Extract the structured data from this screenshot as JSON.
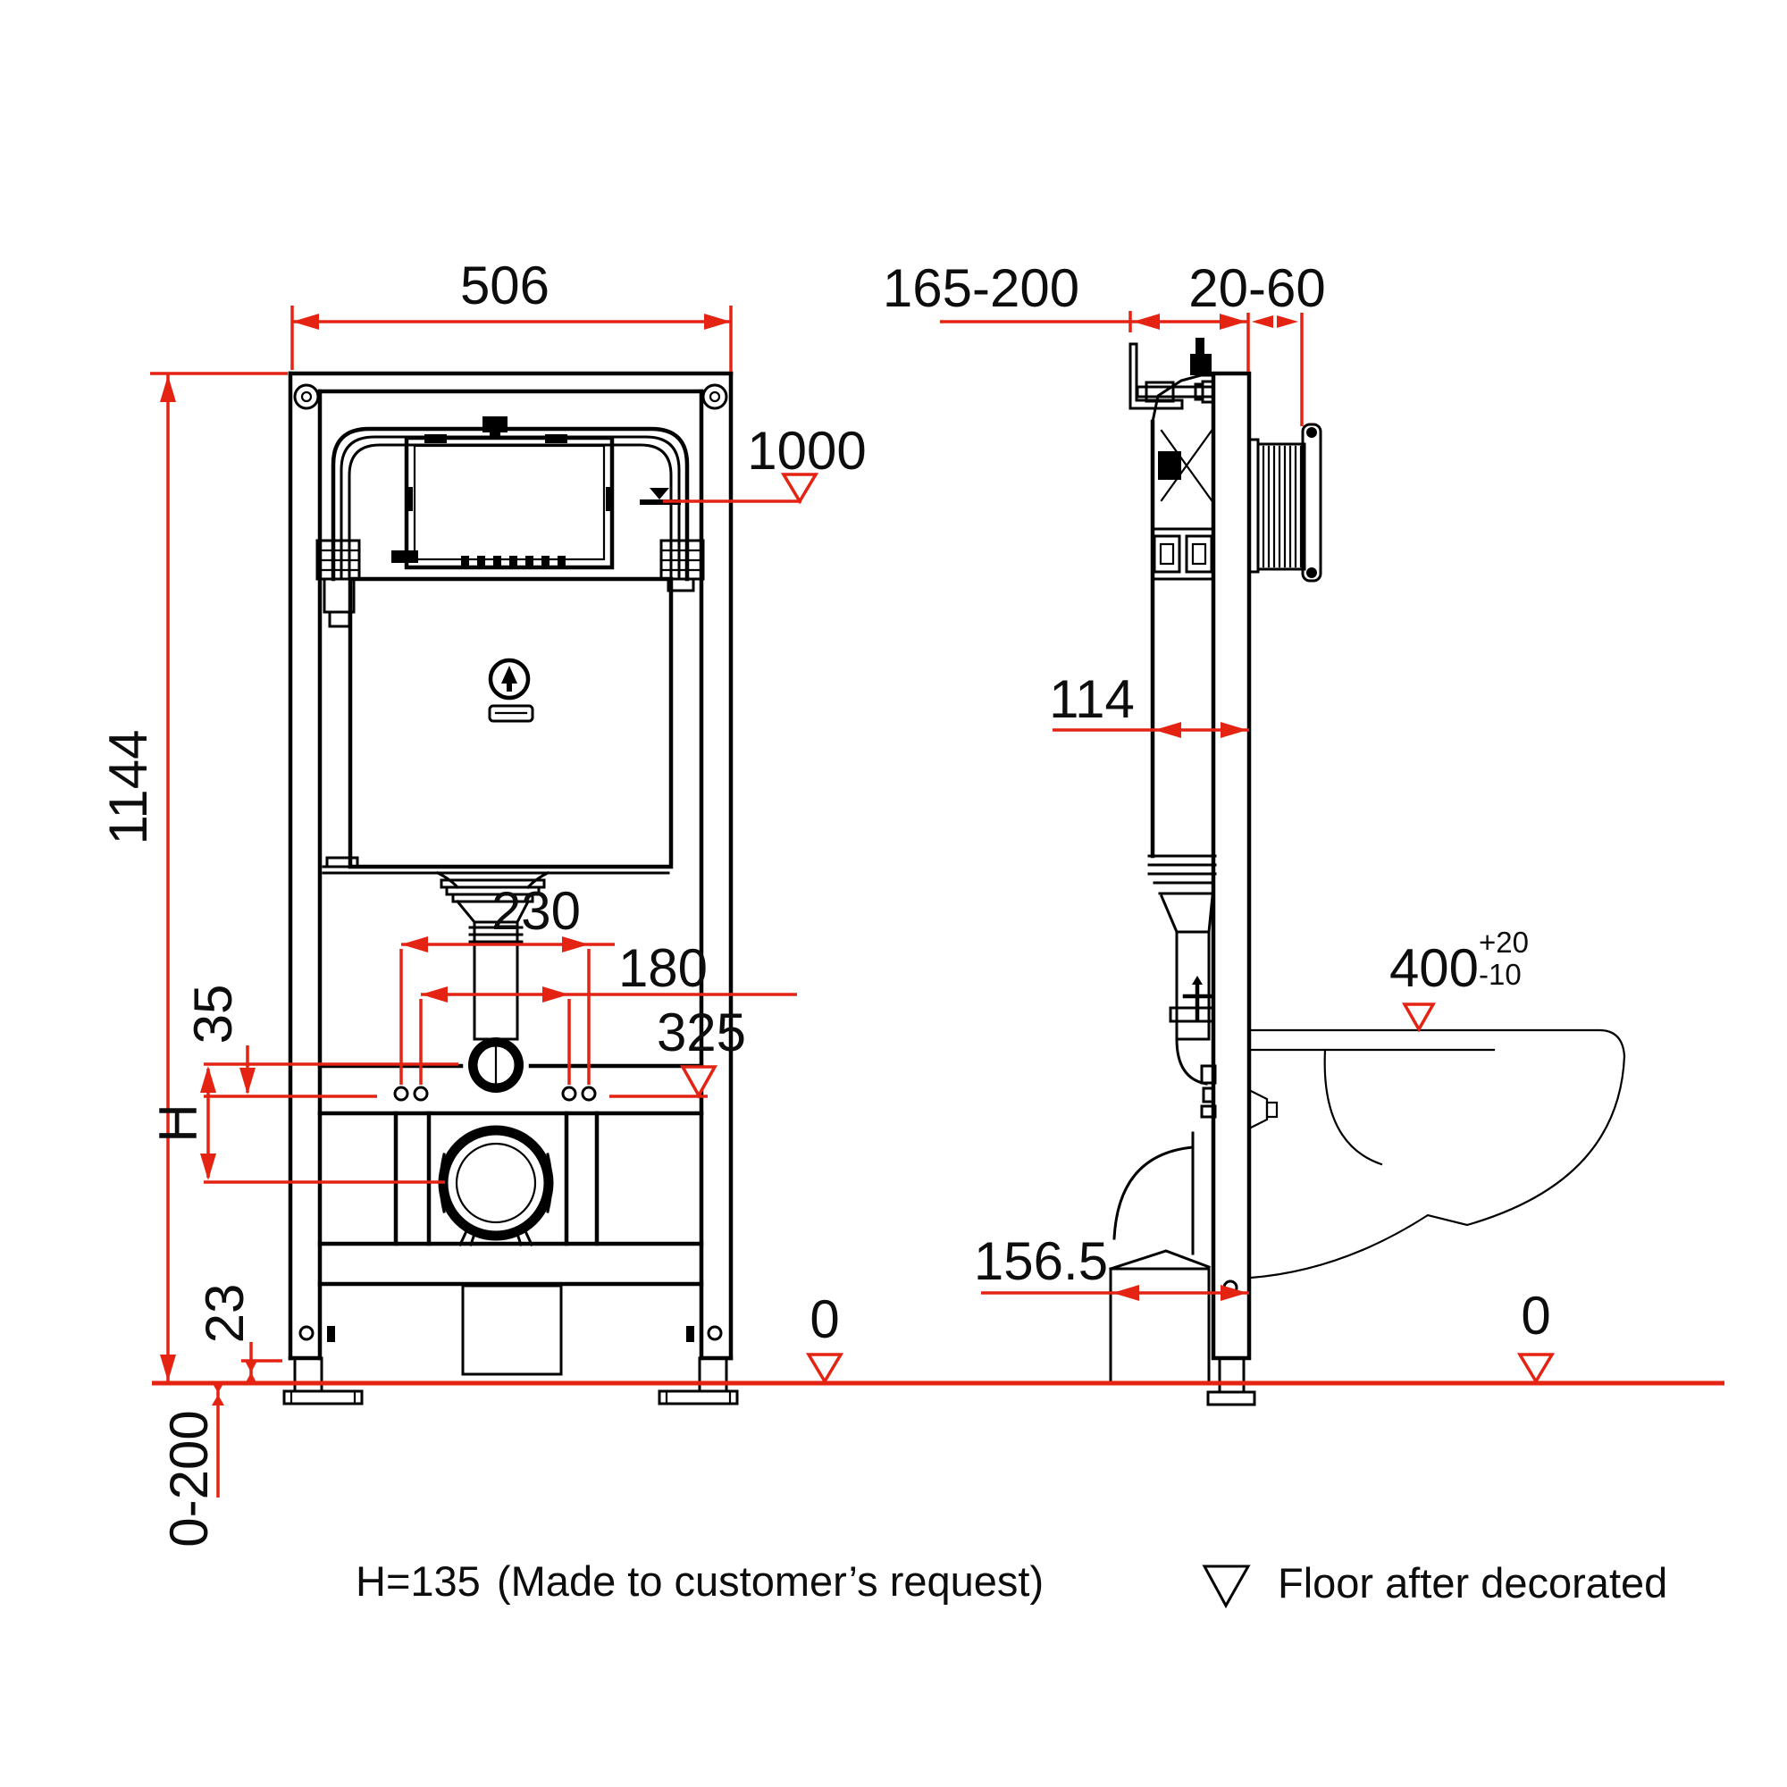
{
  "drawing": {
    "type": "installation-diagram",
    "subject": "concealed-cistern-wall-frame",
    "views": [
      "front-elevation",
      "side-elevation"
    ],
    "dims": {
      "front_width": "506",
      "front_height": "1144",
      "water_level": "1000",
      "bolt_outer": "230",
      "bolt_inner": "180",
      "bolt_height": "325",
      "offset_35": "35",
      "h_label": "H",
      "leg_23": "23",
      "floor_range": "0-200",
      "floor_zero_front": "0",
      "floor_zero_side": "0",
      "wall_distance": "165-200",
      "wall_thickness": "20-60",
      "cistern_depth": "114",
      "drain_offset": "156.5",
      "bowl_height": "400",
      "bowl_tol_plus": "+20",
      "bowl_tol_minus": "-10"
    },
    "notes": {
      "h_value": "H=135",
      "h_remark": "(Made to customer’s request)",
      "legend_label": "Floor after decorated"
    },
    "colors": {
      "dimension_red": "#e42313",
      "line_black": "#000000"
    }
  }
}
